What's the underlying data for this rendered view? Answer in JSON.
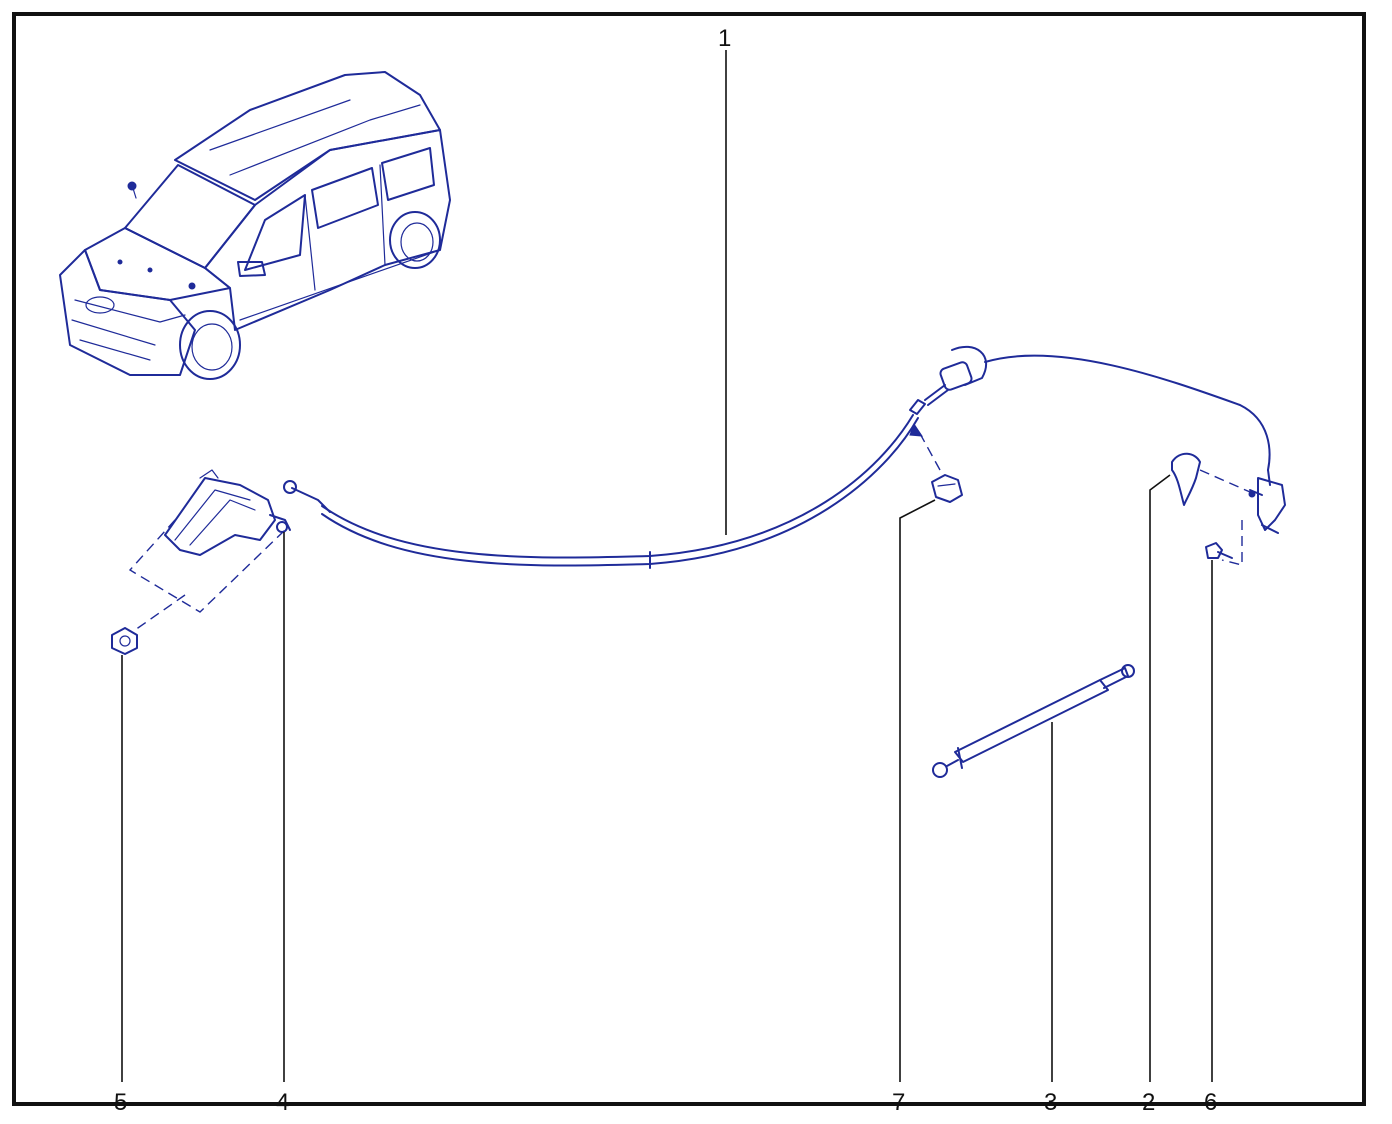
{
  "callouts": [
    {
      "id": "1",
      "label": "1"
    },
    {
      "id": "2",
      "label": "2"
    },
    {
      "id": "3",
      "label": "3"
    },
    {
      "id": "4",
      "label": "4"
    },
    {
      "id": "5",
      "label": "5"
    },
    {
      "id": "6",
      "label": "6"
    },
    {
      "id": "7",
      "label": "7"
    }
  ],
  "colors": {
    "line_art": "#1f2b99",
    "frame": "#111111",
    "callout_text": "#111111"
  }
}
